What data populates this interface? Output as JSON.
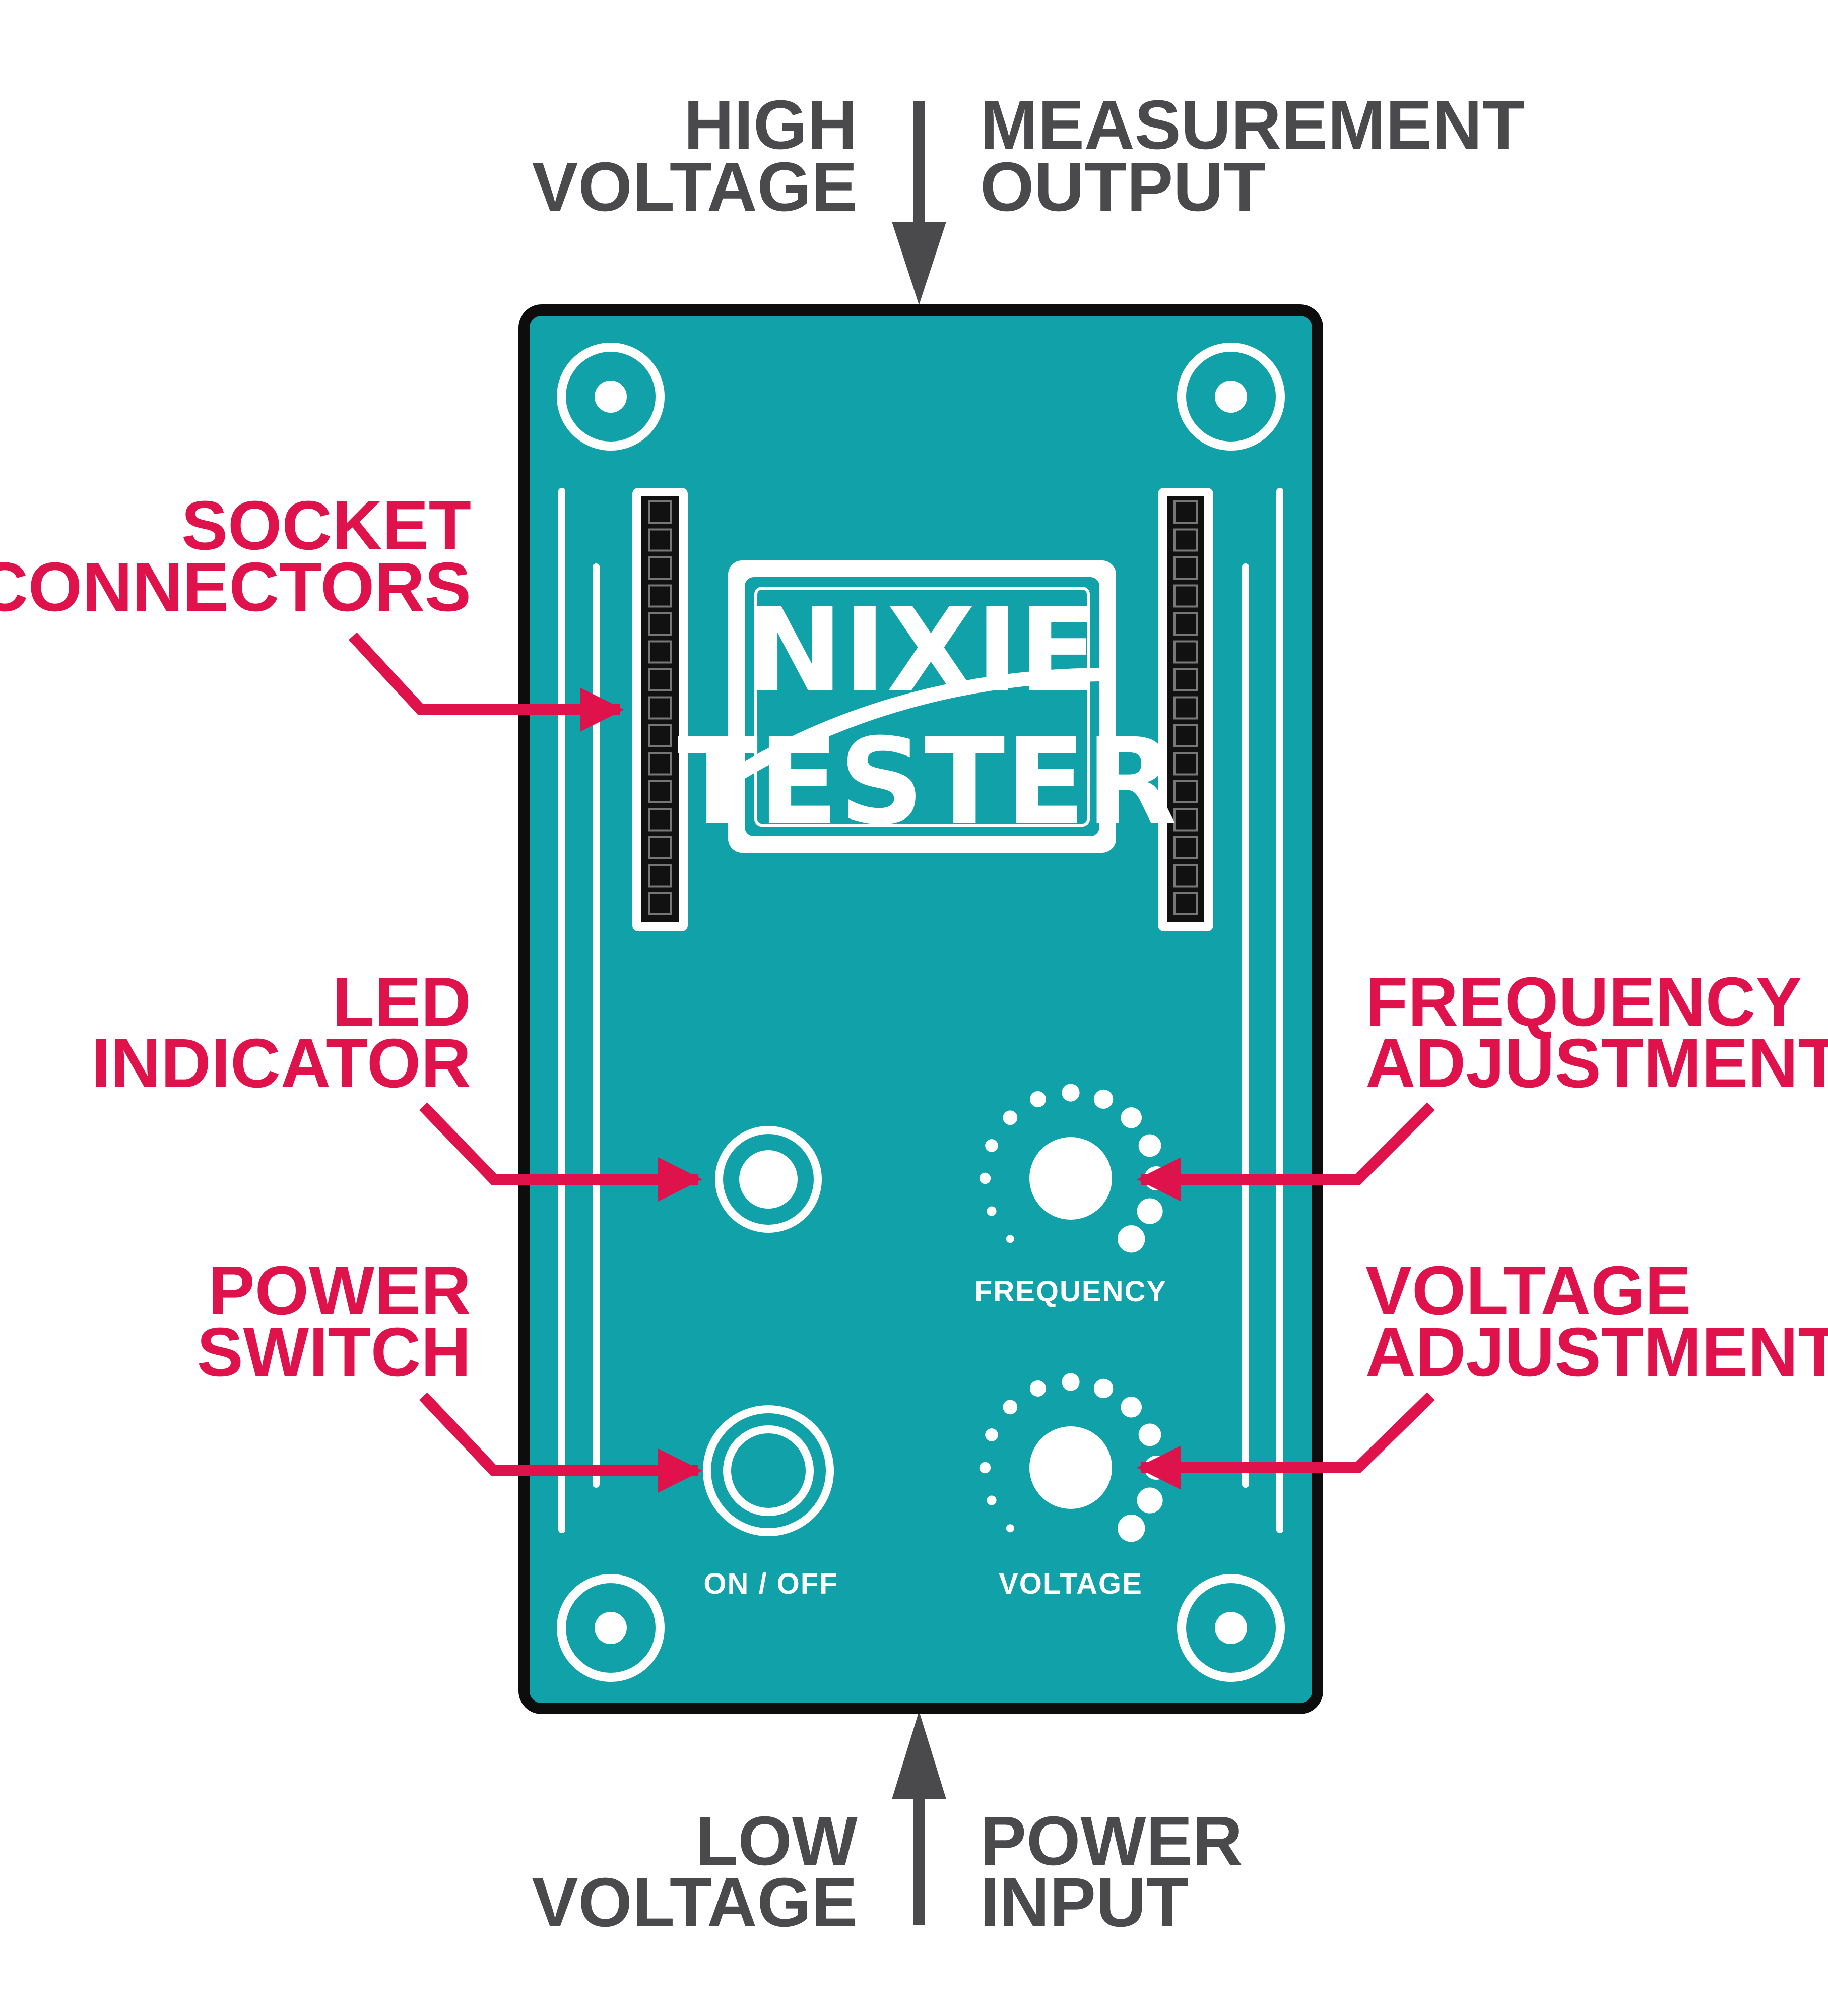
{
  "diagram": {
    "logo": {
      "line1": "NIXIE",
      "line2": "TESTER"
    },
    "panel_labels": {
      "on_off": "ON / OFF",
      "frequency": "FREQUENCY",
      "voltage": "VOLTAGE"
    },
    "callouts": {
      "high_voltage": [
        "HIGH",
        "VOLTAGE"
      ],
      "measurement_output": [
        "MEASUREMENT",
        "OUTPUT"
      ],
      "socket_connectors": [
        "SOCKET",
        "CONNECTORS"
      ],
      "led_indicator": [
        "LED",
        "INDICATOR"
      ],
      "power_switch": [
        "POWER",
        "SWITCH"
      ],
      "frequency_adjustment": [
        "FREQUENCY",
        "ADJUSTMENT"
      ],
      "voltage_adjustment": [
        "VOLTAGE",
        "ADJUSTMENT"
      ],
      "low_voltage": [
        "LOW",
        "VOLTAGE"
      ],
      "power_input": [
        "POWER",
        "INPUT"
      ]
    },
    "colors": {
      "panel": "#11a1a8",
      "outline": "#0d0d0d",
      "callout_red": "#e0124b",
      "callout_gray": "#4a4a4c"
    },
    "icons": [
      "mounting-hole-icon",
      "led-icon",
      "knob-icon",
      "power-switch-icon",
      "arrow-icon"
    ]
  }
}
